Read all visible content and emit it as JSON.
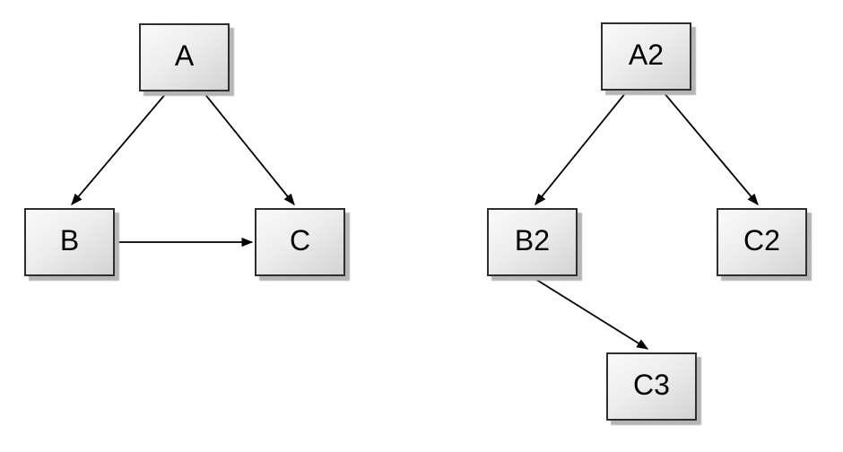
{
  "colors": {
    "background": "#ffffff",
    "node_fill_light": "#fafafa",
    "node_fill_dark": "#d3d3d3",
    "node_border": "#2e2e2e",
    "node_shadow": "#b5b5b5",
    "edge_stroke": "#000000",
    "label_color": "#000000"
  },
  "diagrams": [
    {
      "id": "graph-1",
      "nodes": [
        {
          "id": "A",
          "label": "A"
        },
        {
          "id": "B",
          "label": "B"
        },
        {
          "id": "C",
          "label": "C"
        }
      ],
      "edges": [
        {
          "from": "A",
          "to": "B"
        },
        {
          "from": "A",
          "to": "C"
        },
        {
          "from": "B",
          "to": "C"
        }
      ]
    },
    {
      "id": "graph-2",
      "nodes": [
        {
          "id": "A2",
          "label": "A2"
        },
        {
          "id": "B2",
          "label": "B2"
        },
        {
          "id": "C2",
          "label": "C2"
        },
        {
          "id": "C3",
          "label": "C3"
        }
      ],
      "edges": [
        {
          "from": "A2",
          "to": "B2"
        },
        {
          "from": "A2",
          "to": "C2"
        },
        {
          "from": "B2",
          "to": "C3"
        }
      ]
    }
  ]
}
